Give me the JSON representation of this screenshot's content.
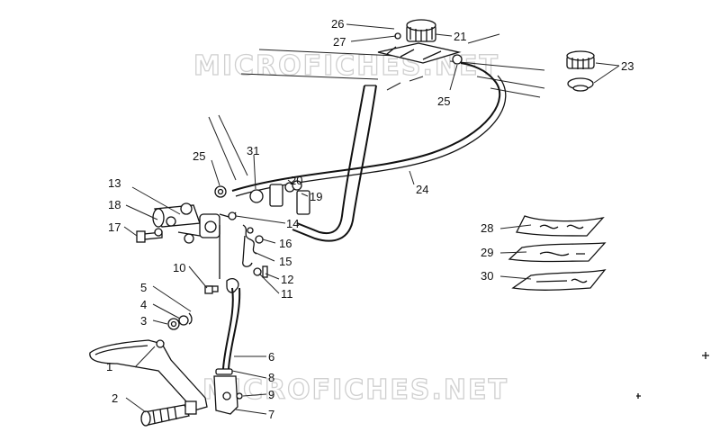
{
  "watermarks": [
    "MICROFICHES.NET",
    "MICROFICHES.NET"
  ],
  "callouts": [
    "1",
    "2",
    "3",
    "4",
    "5",
    "6",
    "7",
    "8",
    "9",
    "10",
    "11",
    "12",
    "13",
    "14",
    "15",
    "16",
    "17",
    "18",
    "19",
    "20",
    "21",
    "23",
    "24",
    "25",
    "25",
    "26",
    "27",
    "28",
    "29",
    "30",
    "31"
  ]
}
